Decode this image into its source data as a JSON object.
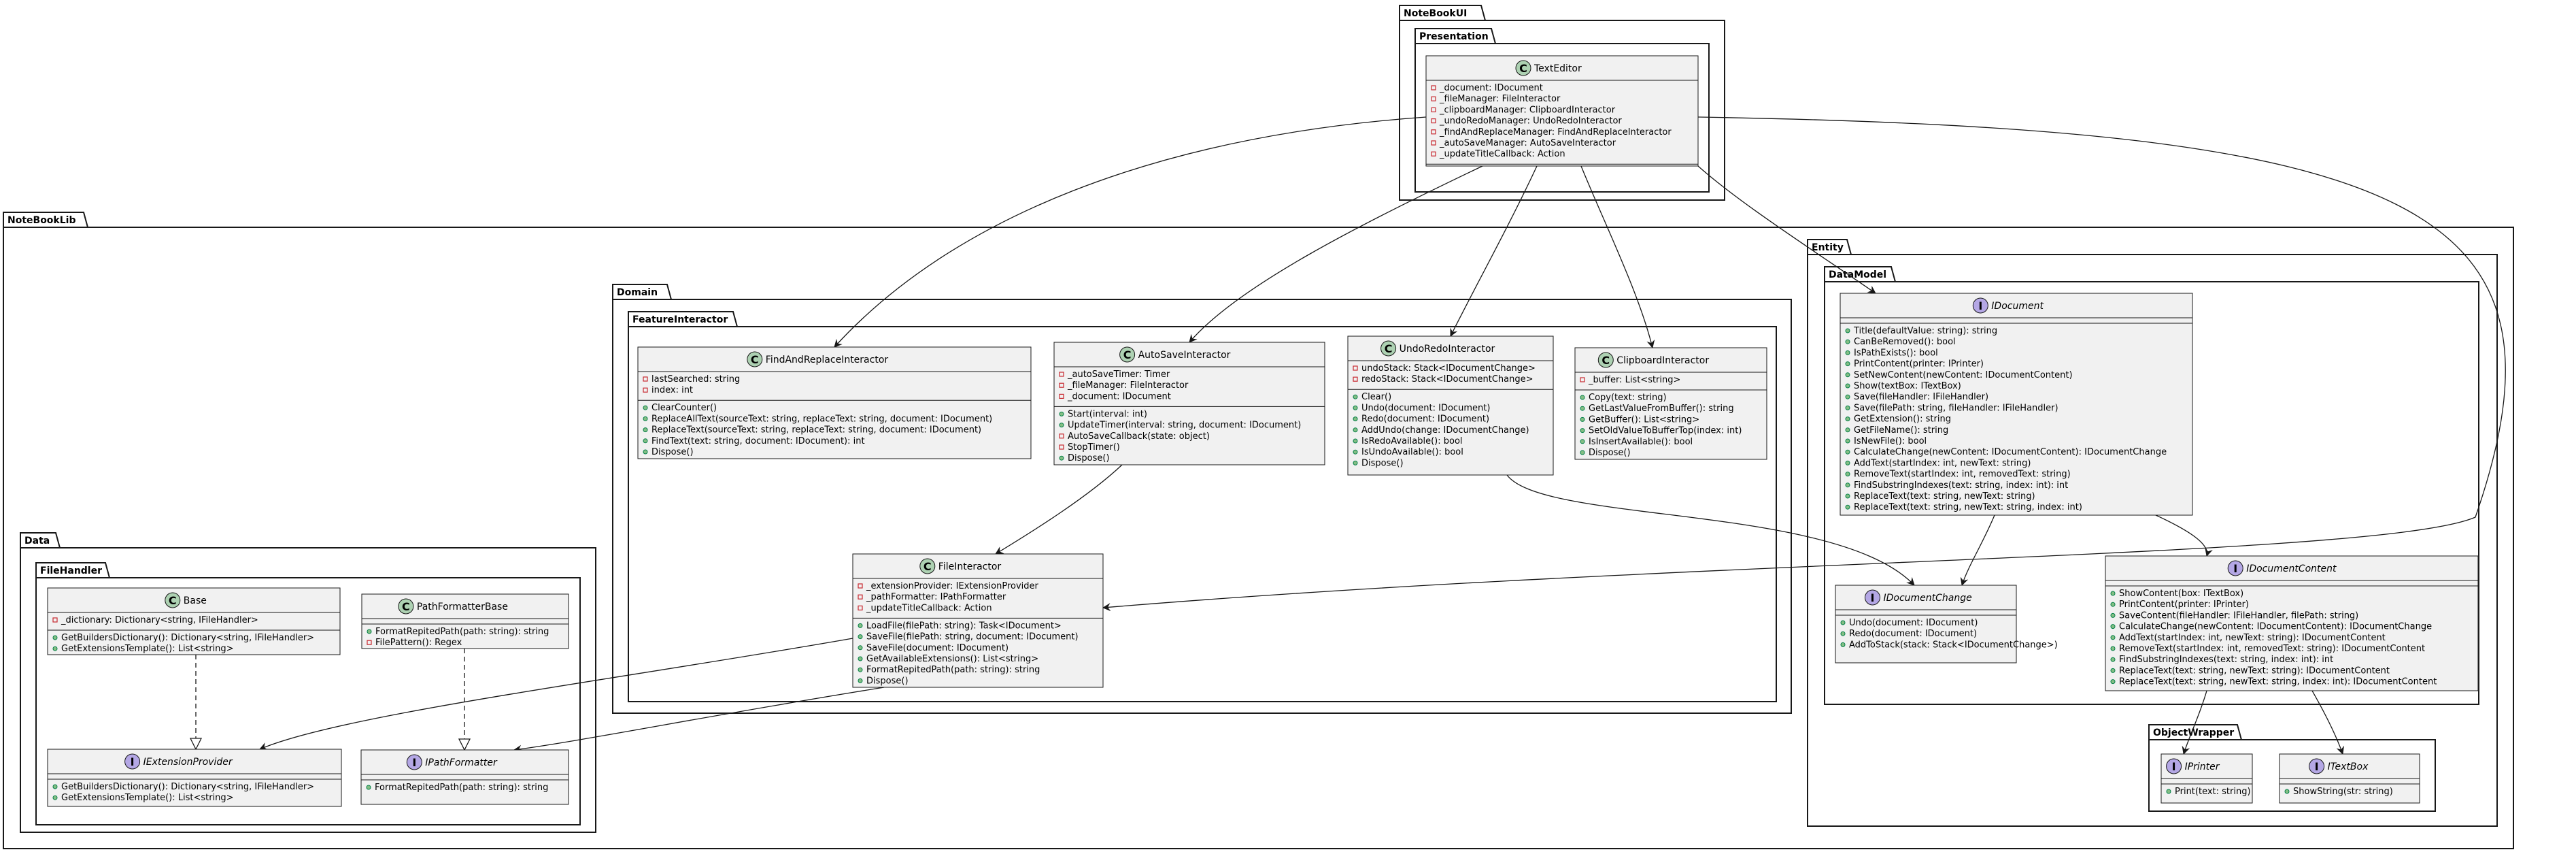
{
  "packages": {
    "notebookui": "NoteBookUI",
    "presentation": "Presentation",
    "notebooklib": "NoteBookLib",
    "domain": "Domain",
    "featureinteractor": "FeatureInteractor",
    "entity": "Entity",
    "datamodel": "DataModel",
    "objectwrapper": "ObjectWrapper",
    "data": "Data",
    "filehandler": "FileHandler"
  },
  "classes": [
    {
      "id": "TextEditor",
      "kind": "C",
      "name": "TextEditor",
      "italic": false,
      "fields": [
        "_document: IDocument",
        "_fileManager: FileInteractor",
        "_clipboardManager: ClipboardInteractor",
        "_undoRedoManager: UndoRedoInteractor",
        "_findAndReplaceManager: FindAndReplaceInteractor",
        "_autoSaveManager: AutoSaveInteractor",
        "_updateTitleCallback: Action"
      ],
      "methods": []
    },
    {
      "id": "FindAndReplaceInteractor",
      "kind": "C",
      "name": "FindAndReplaceInteractor",
      "italic": false,
      "fields": [
        "lastSearched: string",
        "index: int"
      ],
      "methods": [
        "ClearCounter()",
        "ReplaceAllText(sourceText: string, replaceText: string, document: IDocument)",
        "ReplaceText(sourceText: string, replaceText: string, document: IDocument)",
        "FindText(text: string, document: IDocument): int",
        "Dispose()"
      ]
    },
    {
      "id": "AutoSaveInteractor",
      "kind": "C",
      "name": "AutoSaveInteractor",
      "italic": false,
      "fields": [
        "_autoSaveTimer: Timer",
        "_fileManager: FileInteractor",
        "_document: IDocument"
      ],
      "methods": [
        "Start(interval: int)",
        "UpdateTimer(interval: string, document: IDocument)",
        "AutoSaveCallback(state: object)",
        "StopTimer()",
        "Dispose()"
      ]
    },
    {
      "id": "UndoRedoInteractor",
      "kind": "C",
      "name": "UndoRedoInteractor",
      "italic": false,
      "fields": [
        "undoStack: Stack<IDocumentChange>",
        "redoStack: Stack<IDocumentChange>"
      ],
      "methods": [
        "Clear()",
        "Undo(document: IDocument)",
        "Redo(document: IDocument)",
        "AddUndo(change: IDocumentChange)",
        "IsRedoAvailable(): bool",
        "IsUndoAvailable(): bool",
        "Dispose()"
      ]
    },
    {
      "id": "ClipboardInteractor",
      "kind": "C",
      "name": "ClipboardInteractor",
      "italic": false,
      "fields": [
        "_buffer: List<string>"
      ],
      "methods": [
        "Copy(text: string)",
        "GetLastValueFromBuffer(): string",
        "GetBuffer(): List<string>",
        "SetOldValueToBufferTop(index: int)",
        "IsInsertAvailable(): bool",
        "Dispose()"
      ]
    },
    {
      "id": "FileInteractor",
      "kind": "C",
      "name": "FileInteractor",
      "italic": false,
      "fields": [
        "_extensionProvider: IExtensionProvider",
        "_pathFormatter: IPathFormatter",
        "_updateTitleCallback: Action"
      ],
      "methods": [
        "LoadFile(filePath: string): Task<IDocument>",
        "SaveFile(filePath: string, document: IDocument)",
        "SaveFile(document: IDocument)",
        "GetAvailableExtensions(): List<string>",
        "FormatRepitedPath(path: string): string",
        "Dispose()"
      ]
    },
    {
      "id": "IDocument",
      "kind": "I",
      "name": "IDocument",
      "italic": true,
      "fields": [],
      "methods": [
        "Title(defaultValue: string): string",
        "CanBeRemoved(): bool",
        "IsPathExists(): bool",
        "PrintContent(printer: IPrinter)",
        "SetNewContent(newContent: IDocumentContent)",
        "Show(textBox: ITextBox)",
        "Save(fileHandler: IFileHandler)",
        "Save(filePath: string, fileHandler: IFileHandler)",
        "GetExtension(): string",
        "GetFileName(): string",
        "IsNewFile(): bool",
        "CalculateChange(newContent: IDocumentContent): IDocumentChange",
        "AddText(startIndex: int, newText: string)",
        "RemoveText(startIndex: int, removedText: string)",
        "FindSubstringIndexes(text: string, index: int): int",
        "ReplaceText(text: string, newText: string)",
        "ReplaceText(text: string, newText: string, index: int)"
      ]
    },
    {
      "id": "IDocumentChange",
      "kind": "I",
      "name": "IDocumentChange",
      "italic": true,
      "fields": [],
      "methods": [
        "Undo(document: IDocument)",
        "Redo(document: IDocument)",
        "AddToStack(stack: Stack<IDocumentChange>)"
      ]
    },
    {
      "id": "IDocumentContent",
      "kind": "I",
      "name": "IDocumentContent",
      "italic": true,
      "fields": [],
      "methods": [
        "ShowContent(box: ITextBox)",
        "PrintContent(printer: IPrinter)",
        "SaveContent(fileHandler: IFileHandler, filePath: string)",
        "CalculateChange(newContent: IDocumentContent): IDocumentChange",
        "AddText(startIndex: int, newText: string): IDocumentContent",
        "RemoveText(startIndex: int, removedText: string): IDocumentContent",
        "FindSubstringIndexes(text: string, index: int): int",
        "ReplaceText(text: string, newText: string): IDocumentContent",
        "ReplaceText(text: string, newText: string, index: int): IDocumentContent"
      ]
    },
    {
      "id": "IPrinter",
      "kind": "I",
      "name": "IPrinter",
      "italic": true,
      "fields": [],
      "methods": [
        "Print(text: string)"
      ]
    },
    {
      "id": "ITextBox",
      "kind": "I",
      "name": "ITextBox",
      "italic": true,
      "fields": [],
      "methods": [
        "ShowString(str: string)"
      ]
    },
    {
      "id": "Base",
      "kind": "C",
      "name": "Base",
      "italic": false,
      "fields": [
        "_dictionary: Dictionary<string, IFileHandler>"
      ],
      "methods": [
        "GetBuildersDictionary(): Dictionary<string, IFileHandler>",
        "GetExtensionsTemplate(): List<string>"
      ]
    },
    {
      "id": "PathFormatterBase",
      "kind": "C",
      "name": "PathFormatterBase",
      "italic": false,
      "fields": [],
      "methods": [
        "FormatRepitedPath(path: string): string",
        "FilePattern(): Regex"
      ]
    },
    {
      "id": "IExtensionProvider",
      "kind": "I",
      "name": "IExtensionProvider",
      "italic": true,
      "fields": [],
      "methods": [
        "GetBuildersDictionary(): Dictionary<string, IFileHandler>",
        "GetExtensionsTemplate(): List<string>"
      ]
    },
    {
      "id": "IPathFormatter",
      "kind": "I",
      "name": "IPathFormatter",
      "italic": true,
      "fields": [],
      "methods": [
        "FormatRepitedPath(path: string): string"
      ]
    }
  ]
}
